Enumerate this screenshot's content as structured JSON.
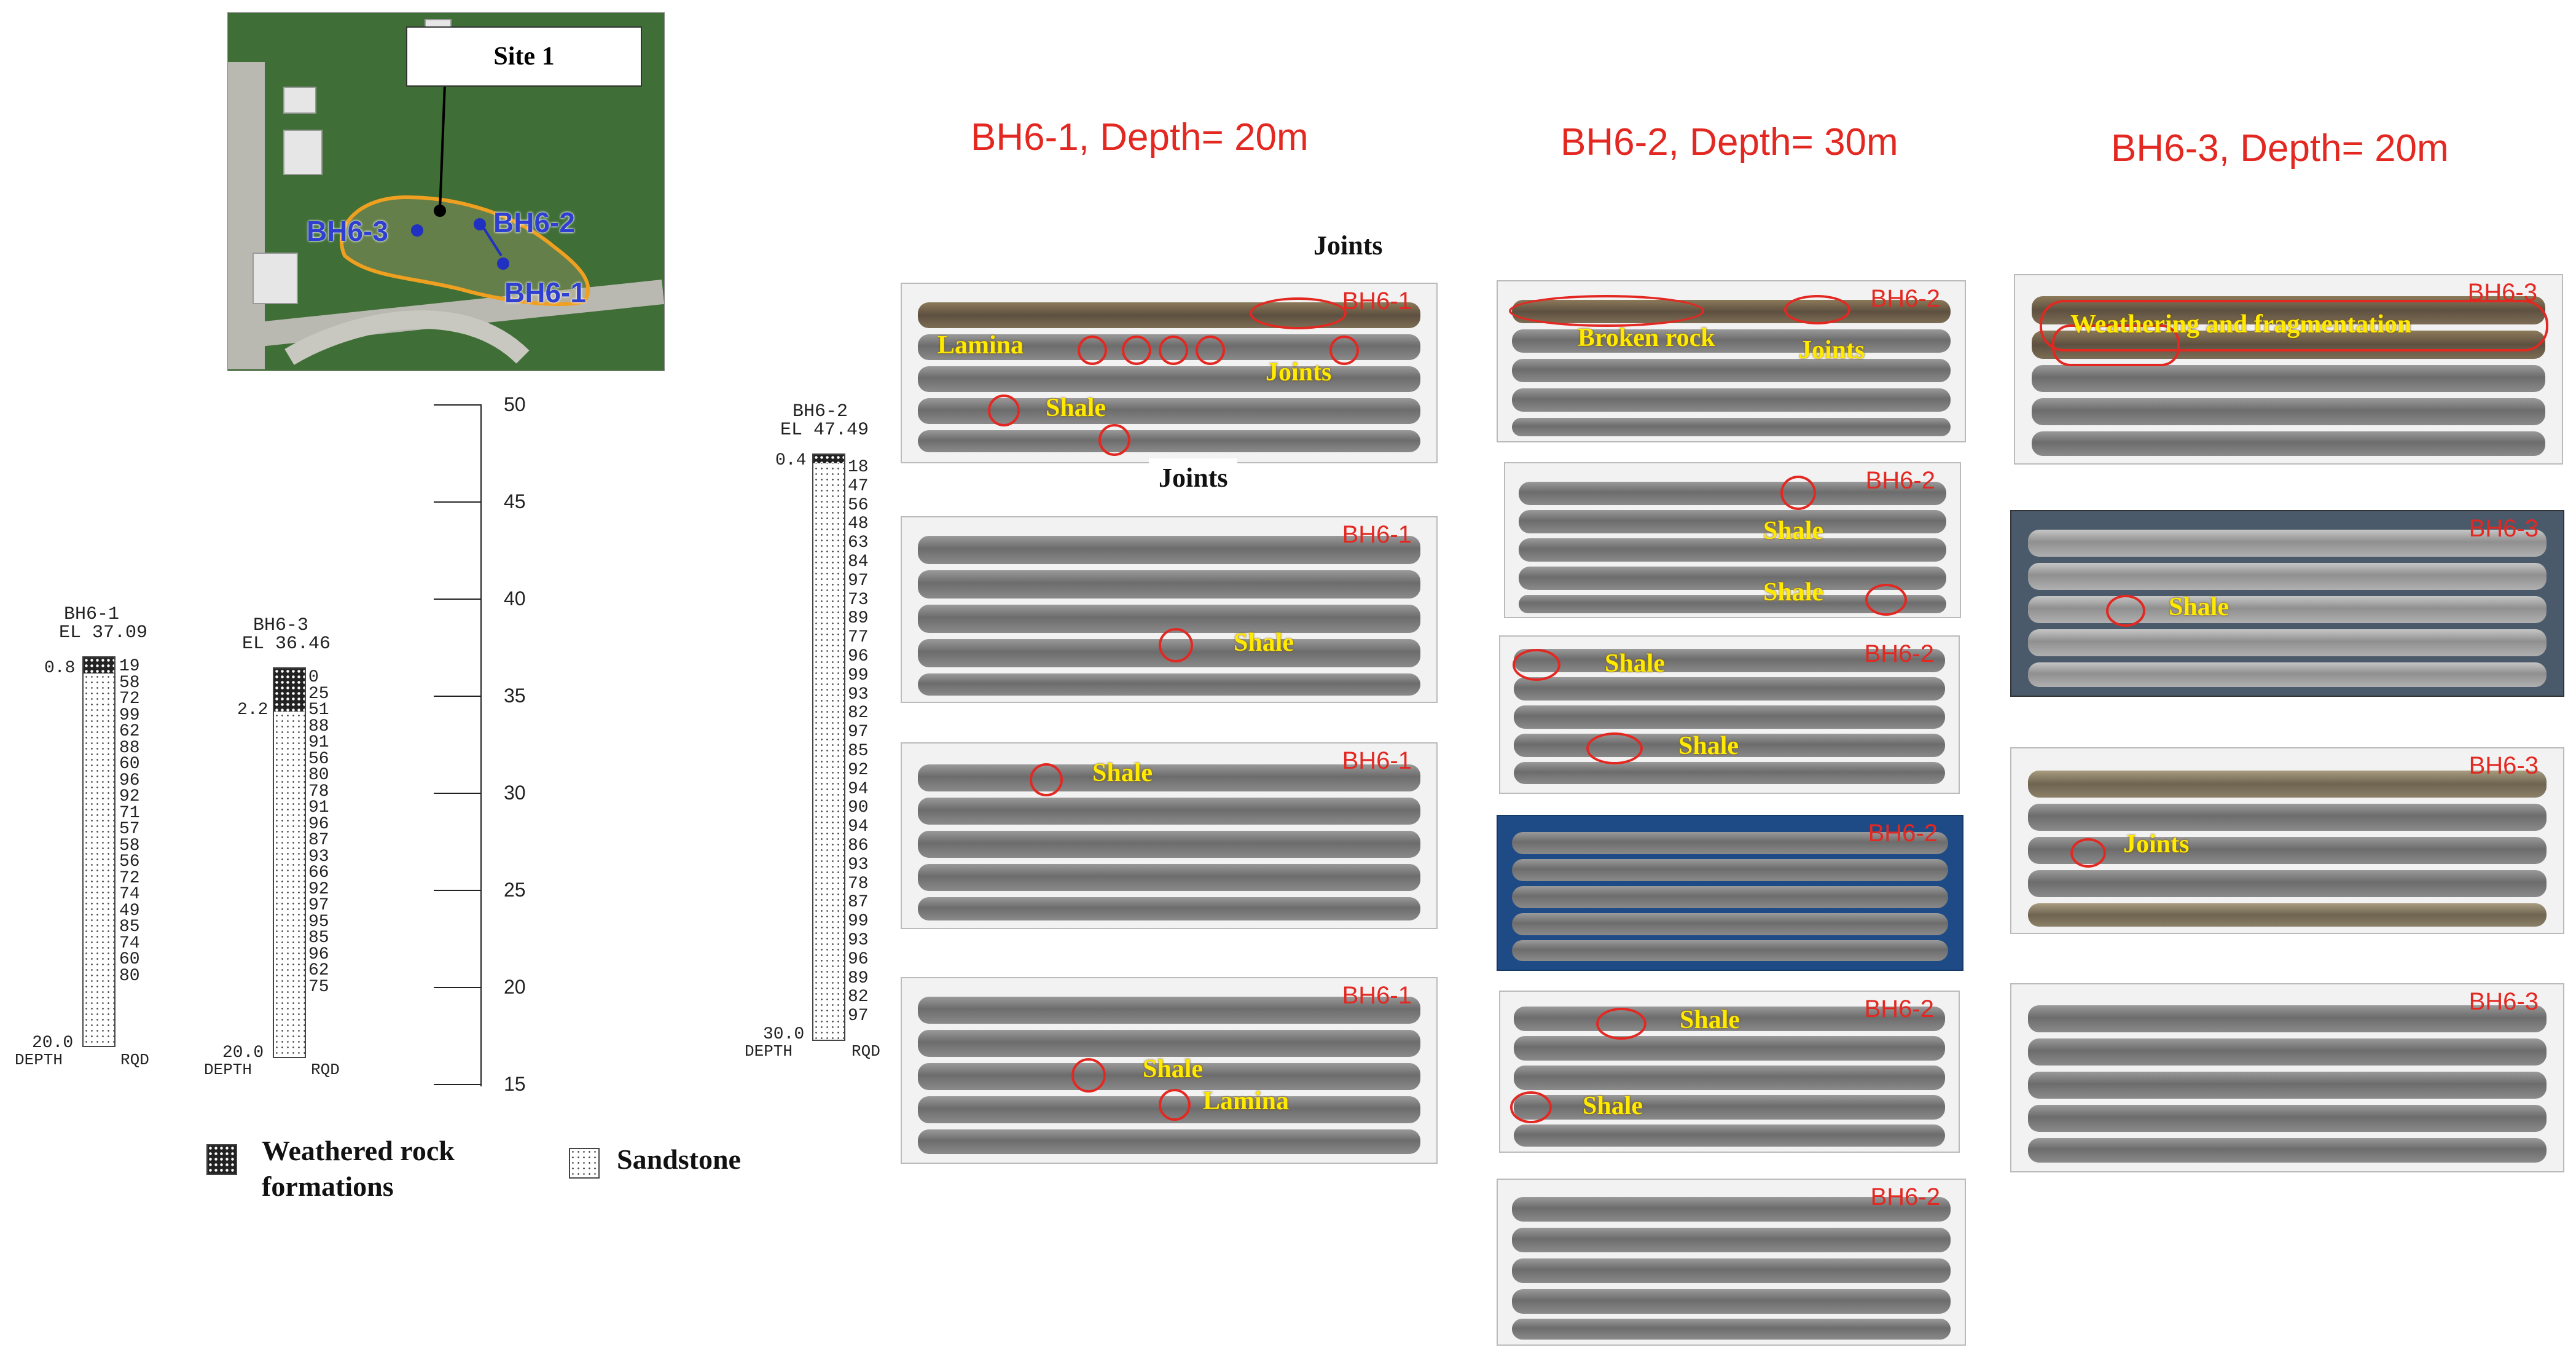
{
  "map": {
    "site_label": "Site 1",
    "bh1": "BH6-1",
    "bh2": "BH6-2",
    "bh3": "BH6-3"
  },
  "scale": {
    "ticks": [
      "50",
      "45",
      "40",
      "35",
      "30",
      "25",
      "20",
      "15"
    ]
  },
  "logs": {
    "bh1": {
      "name": "BH6-1",
      "el": "EL 37.09",
      "top_depth": "0.8",
      "bottom_depth": "20.0",
      "depth_label": "DEPTH",
      "rqd_label": "RQD",
      "rqd": [
        "19",
        "58",
        "72",
        "99",
        "62",
        "88",
        "60",
        "96",
        "92",
        "71",
        "57",
        "58",
        "56",
        "72",
        "74",
        "49",
        "85",
        "74",
        "60",
        "80"
      ]
    },
    "bh3": {
      "name": "BH6-3",
      "el": "EL 36.46",
      "top_depth": "2.2",
      "bottom_depth": "20.0",
      "depth_label": "DEPTH",
      "rqd_label": "RQD",
      "rqd": [
        "0",
        "25",
        "51",
        "88",
        "91",
        "56",
        "80",
        "78",
        "91",
        "96",
        "87",
        "93",
        "66",
        "92",
        "97",
        "95",
        "85",
        "96",
        "62",
        "75"
      ]
    },
    "bh2": {
      "name": "BH6-2",
      "el": "EL 47.49",
      "top_depth": "0.4",
      "bottom_depth": "30.0",
      "depth_label": "DEPTH",
      "rqd_label": "RQD",
      "rqd": [
        "18",
        "47",
        "56",
        "48",
        "63",
        "84",
        "97",
        "73",
        "89",
        "77",
        "96",
        "99",
        "93",
        "82",
        "97",
        "85",
        "92",
        "94",
        "90",
        "94",
        "86",
        "93",
        "78",
        "87",
        "99",
        "93",
        "96",
        "89",
        "82",
        "97"
      ]
    }
  },
  "titles": {
    "bh1": "BH6-1, Depth= 20m",
    "bh2": "BH6-2, Depth= 30m",
    "bh3": "BH6-3, Depth= 20m"
  },
  "photo_labels": {
    "bh1": "BH6-1",
    "bh2": "BH6-2",
    "bh3": "BH6-3"
  },
  "annotations": {
    "joints": "Joints",
    "lamina": "Lamina",
    "shale": "Shale",
    "broken_rock": "Broken rock",
    "weathering": "Weathering and fragmentation"
  },
  "legend": {
    "weathered": "Weathered rock formations",
    "sandstone": "Sandstone"
  }
}
